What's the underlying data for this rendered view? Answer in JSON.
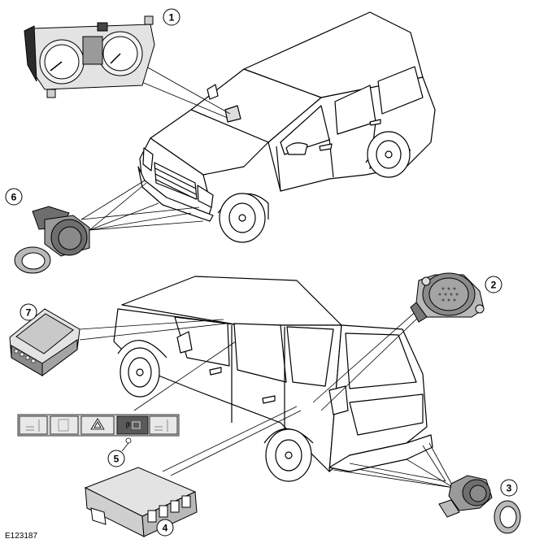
{
  "figure": {
    "id": "E123187"
  },
  "callouts": [
    {
      "number": "1",
      "component": "instrument-cluster"
    },
    {
      "number": "2",
      "component": "parking-aid-sounder"
    },
    {
      "number": "3",
      "component": "rear-parking-sensor"
    },
    {
      "number": "4",
      "component": "parking-aid-control-module"
    },
    {
      "number": "5",
      "component": "parking-aid-switch"
    },
    {
      "number": "6",
      "component": "front-parking-sensor"
    },
    {
      "number": "7",
      "component": "touch-screen-display"
    }
  ],
  "switch_panel": {
    "button_label": "P"
  },
  "colors": {
    "line": "#000000",
    "grey_light": "#e3e3e3",
    "grey_mid": "#b9b9b9",
    "grey_dark": "#5a5a5a"
  }
}
